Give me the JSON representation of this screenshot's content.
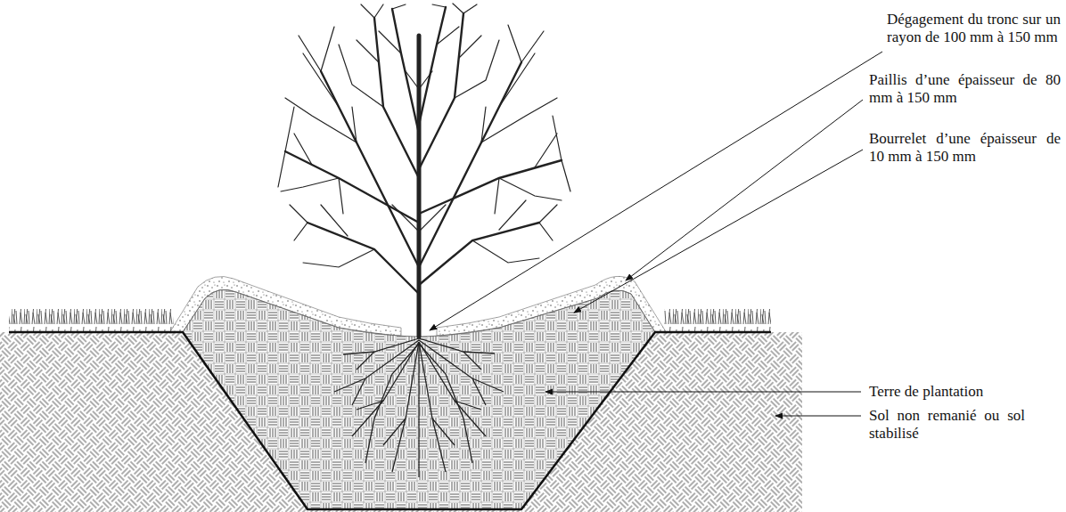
{
  "diagram": {
    "labels": [
      "Dégagement du tronc sur un rayon de 100 mm à 150 mm",
      "Paillis d’une épaisseur de 80 mm à 150 mm",
      "Bourrelet d’une épaisseur de 10 mm à 150 mm",
      "Terre de plantation",
      "Sol non remanié ou sol stabilisé"
    ]
  }
}
